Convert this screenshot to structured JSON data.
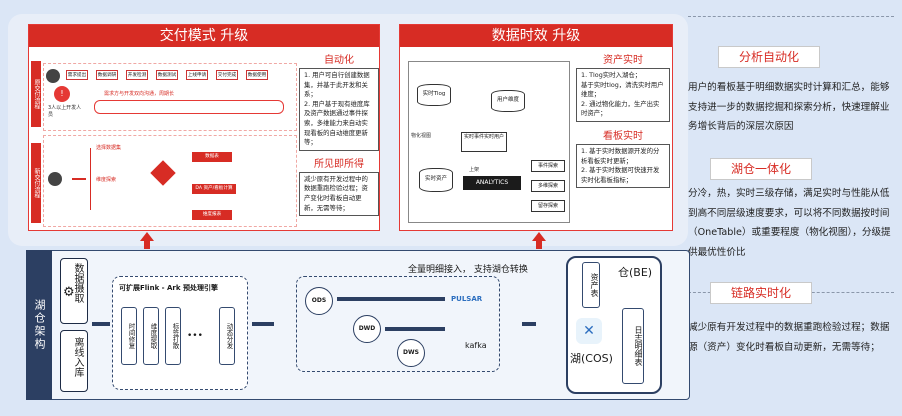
{
  "delivery": {
    "title": "交付模式 升级",
    "auto_title": "自动化",
    "auto_items": [
      "1. 用户可自行创建数据集，并基于此开发和关系；",
      "2. 用户基于现有维度库及资产数据通过事件探索，多维能力来自动实现看板的自动维度更新等；"
    ],
    "wysiwyg_title": "所见即所得",
    "wysiwyg_text": "减少原有开发过程中的数据重跑检验过程；资产变化时看板自动更新，无需等待；",
    "lane1_label": "原交付流程",
    "lane2_label": "新交付流程",
    "flow_steps": [
      "需求提出",
      "数据调研",
      "开发检测",
      "数据测试",
      "上线申请",
      "交付完成",
      "数据使用"
    ],
    "warn_text": "需求方与开发双向沟通，周期长",
    "users_label": "3人以上开发人员",
    "new_labels": [
      "选择数据集",
      "维度探索",
      "DA 资产/看板计算",
      "数据表",
      "维度报表"
    ]
  },
  "timeliness": {
    "title": "数据时效 升级",
    "asset_title": "资产实时",
    "asset_items": [
      "1. Tlog实时入湖仓；",
      "基于实时tlog，清洗实时用户维度；",
      "2. 通过物化能力，生产出实时资产；"
    ],
    "board_title": "看板实时",
    "board_items": [
      "1. 基于实时数据源开发的分析看板实时更新；",
      "2. 基于实时数据可快速开发实时化看板指标；"
    ],
    "diagram_labels": [
      "实时Tlog",
      "用户维度",
      "物化视图",
      "实时事件实时用户",
      "实时资产",
      "上架",
      "ANALYTICS",
      "事件探索",
      "多维探索",
      "留存探索"
    ]
  },
  "right": {
    "s1_title": "分析自动化",
    "s1_text": "用户的看板基于明细数据实时计算和汇总，能够支持进一步的数据挖掘和探索分析，快速理解业务增长背后的深层次原因",
    "s2_title": "湖仓一体化",
    "s2_text": "分冷，热，实时三级存储，满足实时与性能从低到高不同层级速度要求，可以将不同数据按时间（OneTable）或重要程度（物化视图），分级提供最优性价比",
    "s3_title": "链路实时化",
    "s3_text": "减少原有开发过程中的数据重跑检验过程；数据源（资产）变化时看板自动更新，无需等待；"
  },
  "lake": {
    "side_label": "湖仓架构",
    "ingest": "数据摄取",
    "offline": "离线入库",
    "flink_title": "可扩展Flink - Ark 预处理引擎",
    "steps": [
      "时间修复",
      "维度提取",
      "标签打散",
      "动态分发"
    ],
    "ellipsis": "•••",
    "top_note": "全量明细接入， 支持湖仓转换",
    "ods": "ODS",
    "dwd": "DWD",
    "dws": "DWS",
    "pulsar": "PULSAR",
    "kafka": "kafka",
    "warehouse": "仓(BE)",
    "lake": "湖(COS)",
    "asset_table": "资产表",
    "log_table": "日志明细表"
  },
  "colors": {
    "accent_red": "#d72c24",
    "navy": "#2c3f62",
    "bg": "#dbe6f6"
  }
}
